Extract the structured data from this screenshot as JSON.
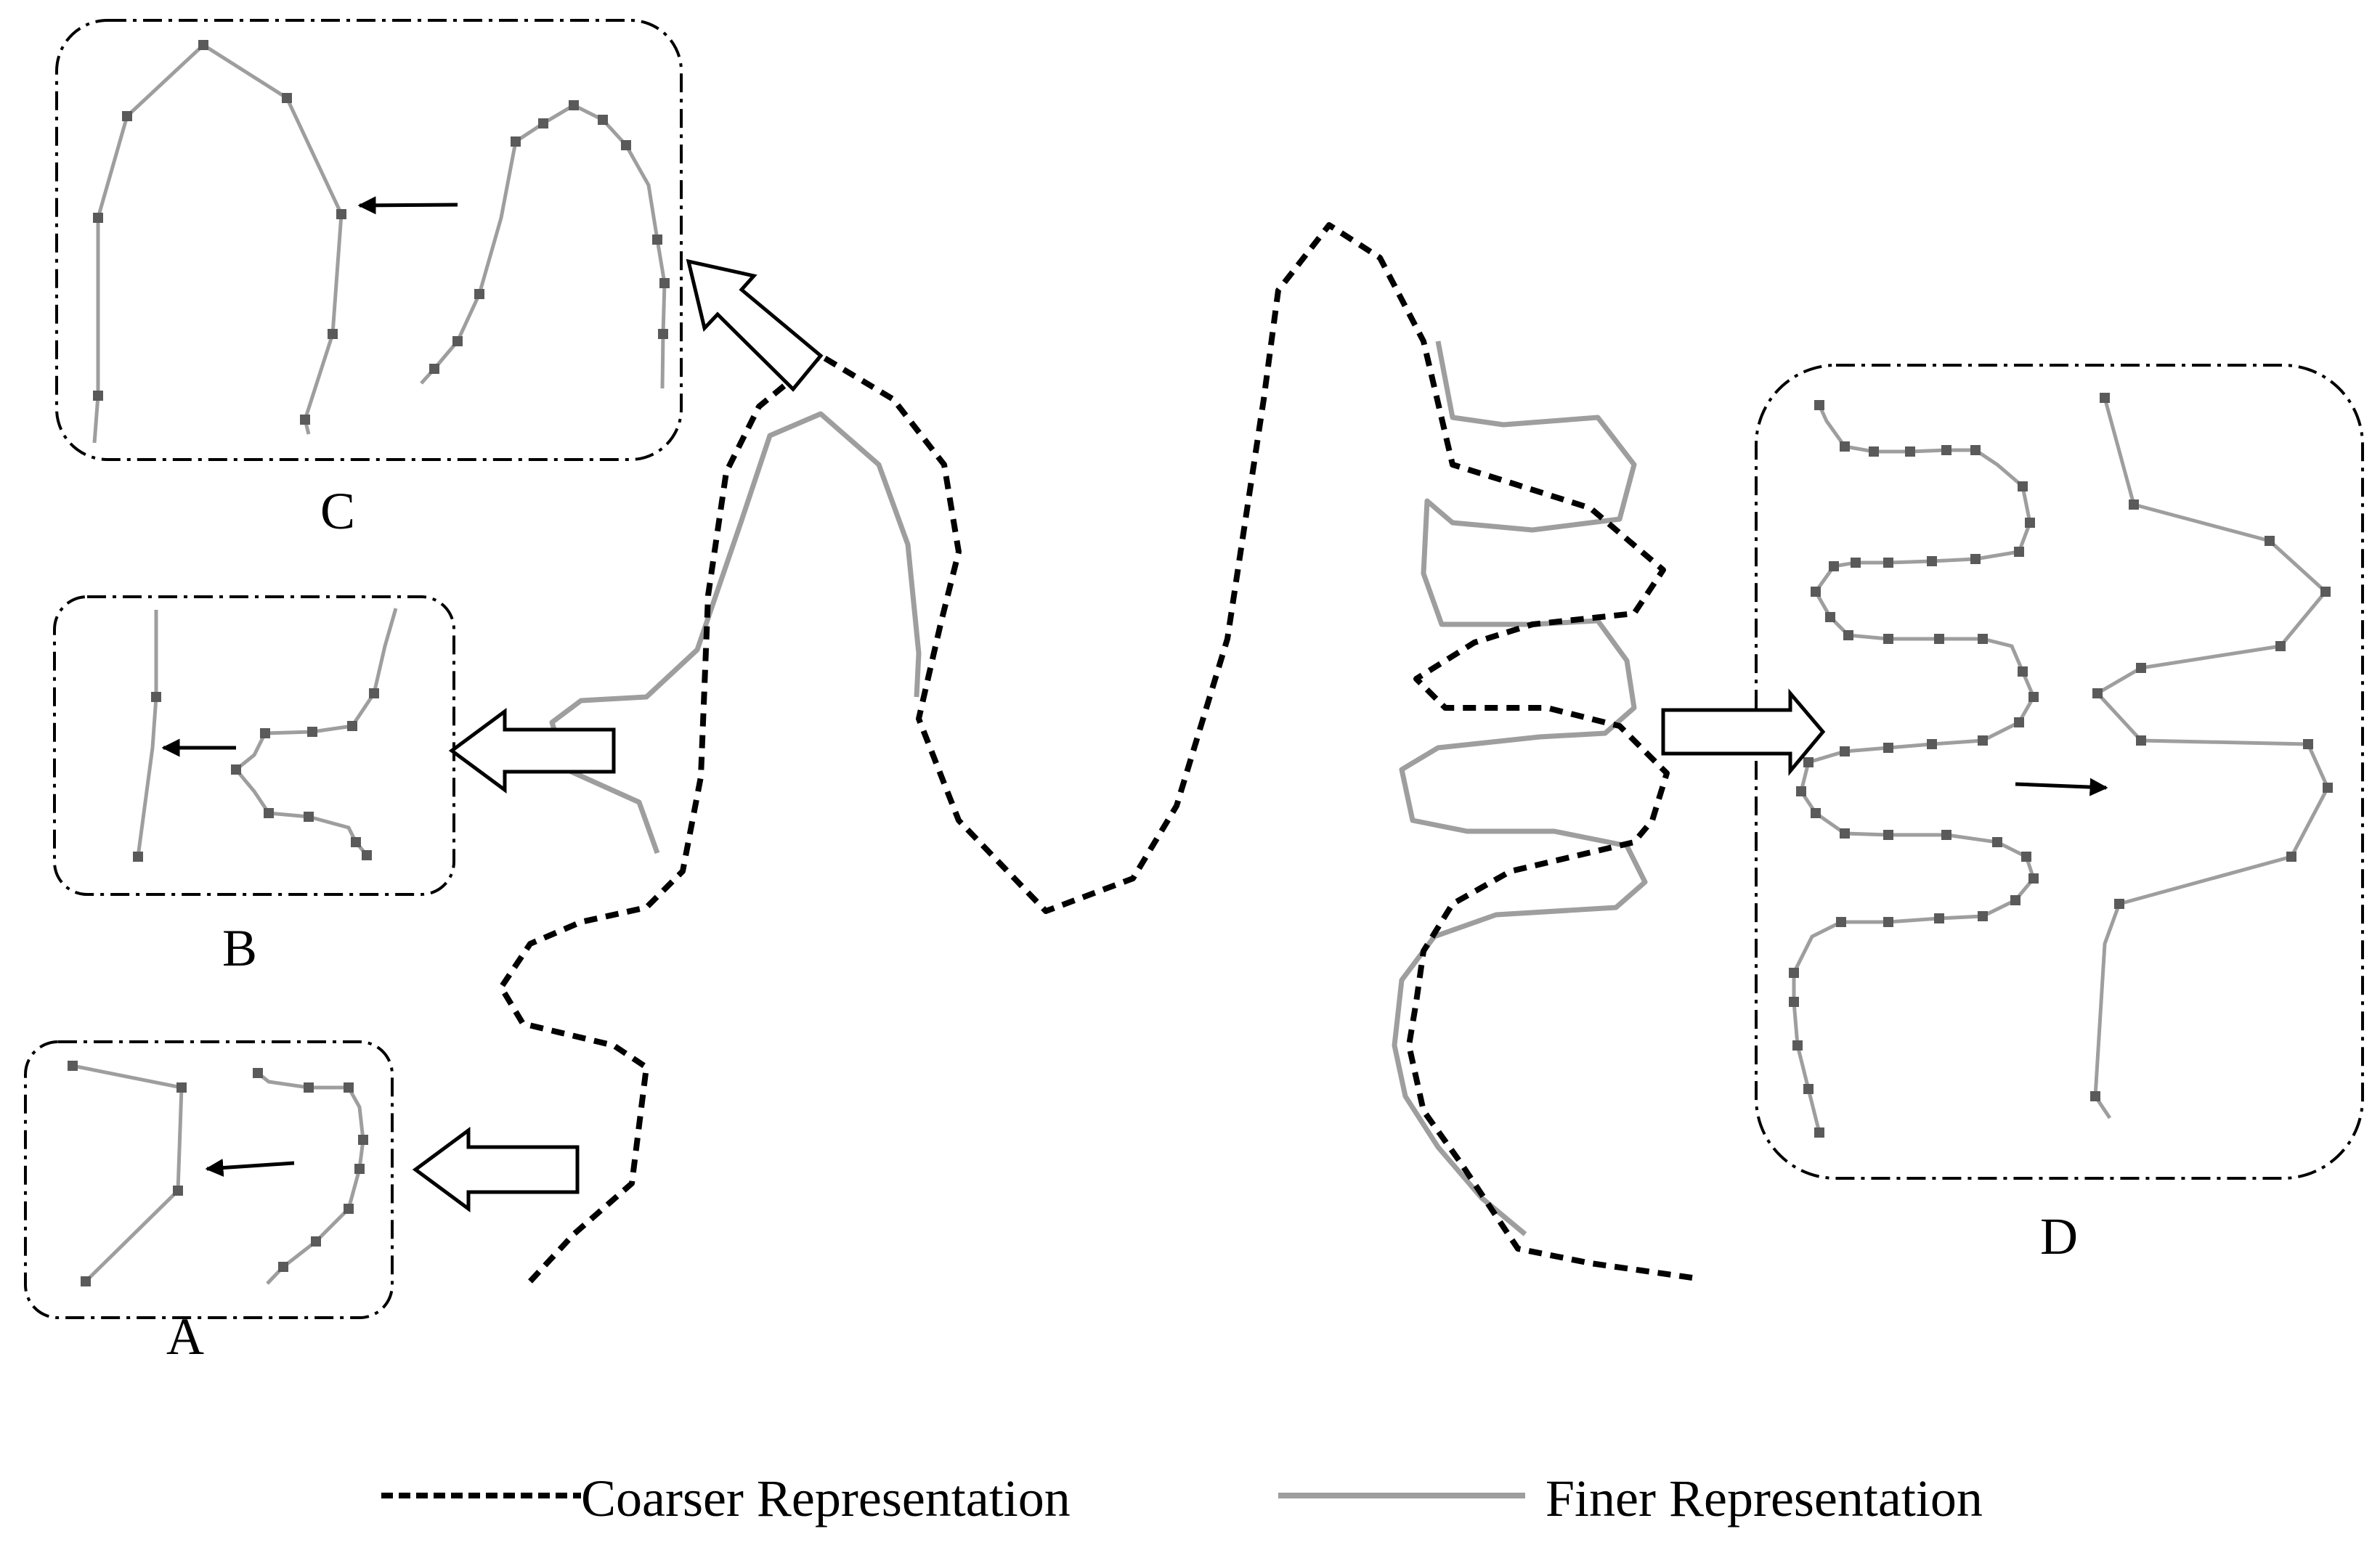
{
  "panels": {
    "a": {
      "label": "A"
    },
    "b": {
      "label": "B"
    },
    "c": {
      "label": "C"
    },
    "d": {
      "label": "D"
    }
  },
  "legend": {
    "coarser": "Coarser Representation",
    "finer": "Finer Representation"
  },
  "colors": {
    "coarser_line": "#000000",
    "finer_line": "#9e9e9e",
    "vertex": "#5a5a5a",
    "box_border": "#000000"
  }
}
